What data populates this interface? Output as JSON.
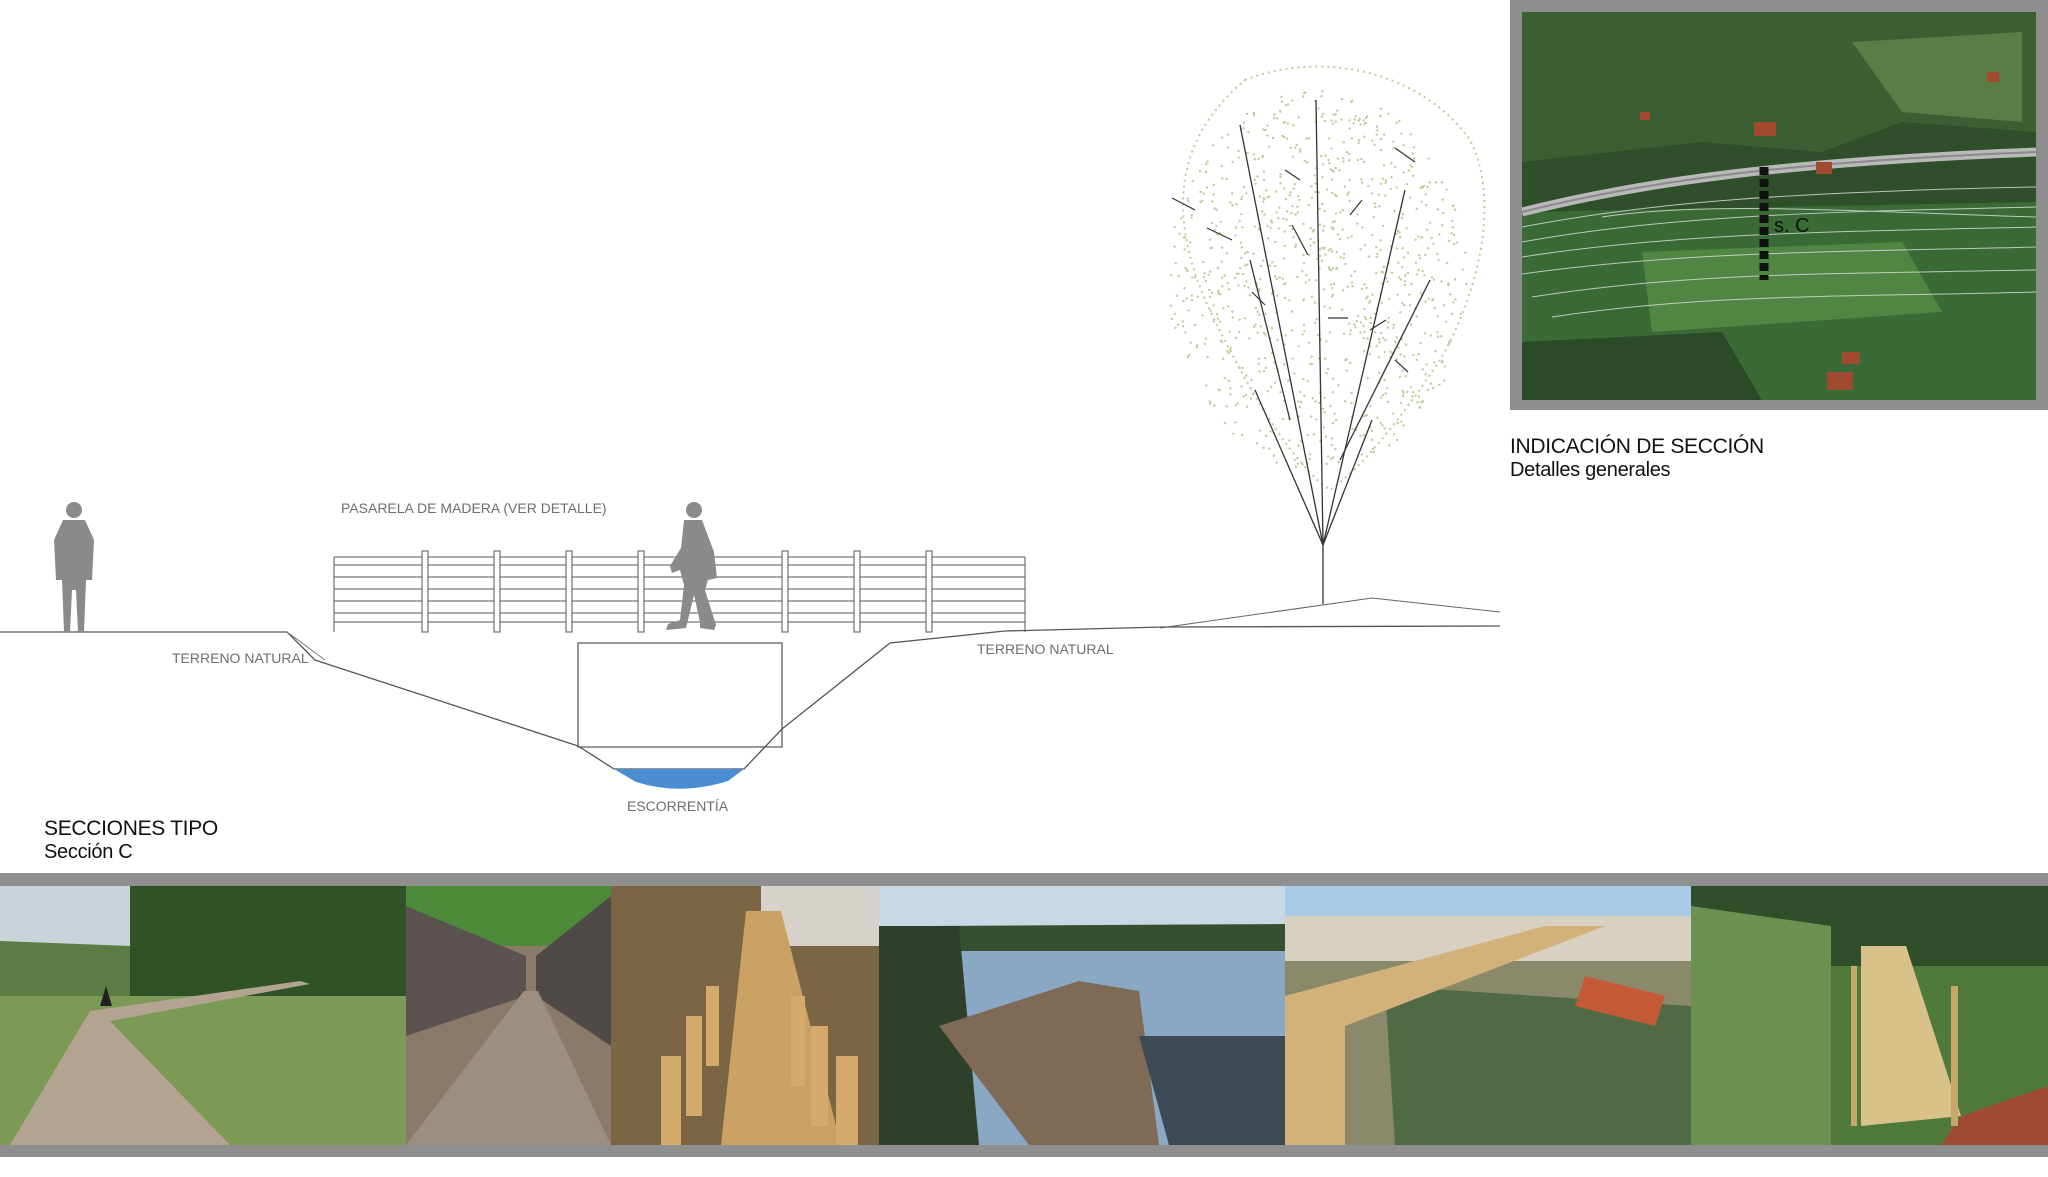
{
  "section": {
    "heading": "SECCIONES TIPO",
    "subheading": "Sección C",
    "labels": {
      "walkway": "PASARELA DE MADERA (VER DETALLE)",
      "terrain_left": "TERRENO NATURAL",
      "terrain_right": "TERRENO NATURAL",
      "runoff": "ESCORRENTÍA"
    }
  },
  "map": {
    "marker_label": "s. C",
    "caption_title": "INDICACIÓN DE SECCIÓN",
    "caption_subtitle": "Detalles generales"
  },
  "photos": [
    {
      "name": "photo-meadow-boardwalk"
    },
    {
      "name": "photo-fenced-boardwalk"
    },
    {
      "name": "photo-beach-boardwalk-posts"
    },
    {
      "name": "photo-lagoon-boardwalk"
    },
    {
      "name": "photo-coastal-dune-boardwalk"
    },
    {
      "name": "photo-forest-boardwalk"
    }
  ],
  "colors": {
    "water": "#4a8ed1",
    "frame_gray": "#8f8f8f",
    "silhouette": "#8a8a8a",
    "tree_foliage": "#b9cf9a"
  }
}
